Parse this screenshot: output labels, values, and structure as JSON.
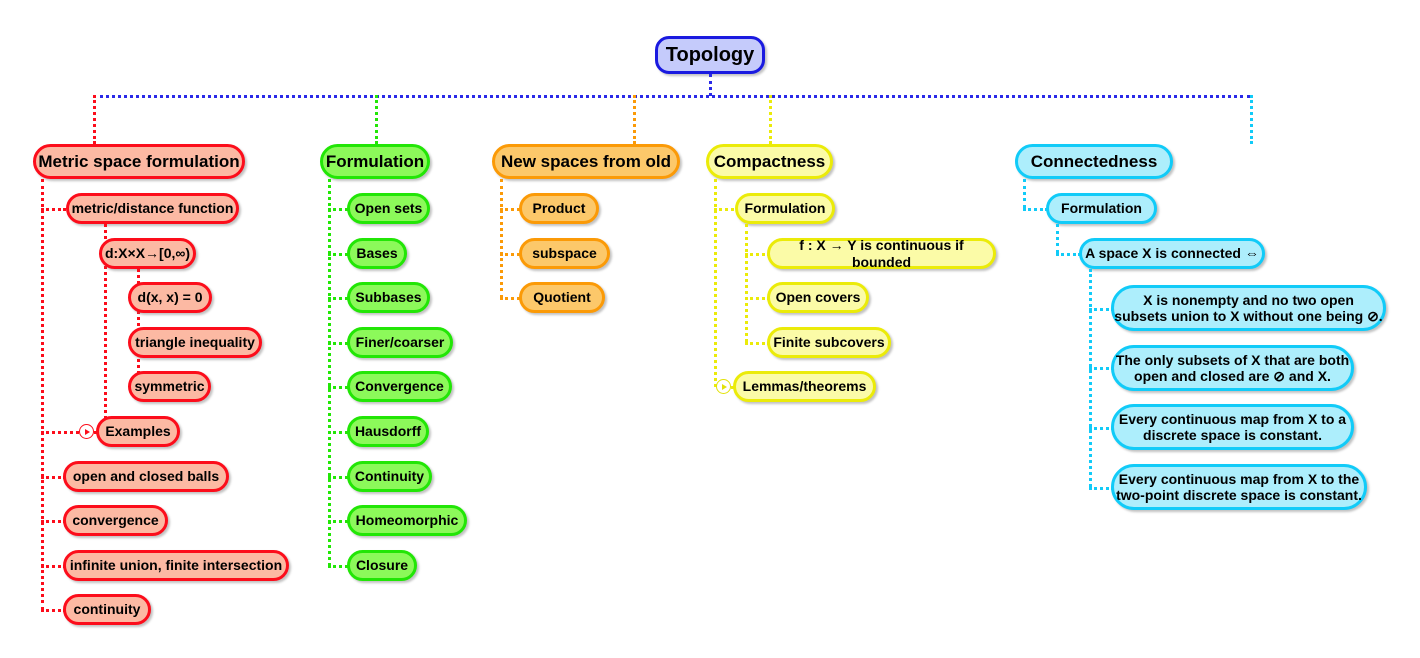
{
  "diagram": {
    "title": "Topology",
    "type": "mind-map",
    "palette": {
      "root": "#1a1ae0",
      "root_fill": "#c5cbfb",
      "metric": "#fc0d1b",
      "metric_fill": "#fcb9a3",
      "formulation": "#22e606",
      "formulation_fill": "#8cf95a",
      "new_spaces": "#fb9a07",
      "new_spaces_fill": "#fcc86a",
      "compactness": "#ebeb09",
      "compactness_fill": "#fbfba7",
      "connectedness": "#11cbf8",
      "connectedness_fill": "#adeefc"
    }
  },
  "root": {
    "label": "Topology"
  },
  "branches": {
    "metric": {
      "label": "Metric space formulation",
      "children": [
        {
          "label": "metric/distance function"
        },
        {
          "label": "d:X×X→[0,∞)"
        },
        {
          "label": "d(x, x) = 0"
        },
        {
          "label": "triangle inequality"
        },
        {
          "label": "symmetric"
        },
        {
          "label": "Examples",
          "expander": "expand-icon"
        },
        {
          "label": "open and closed balls"
        },
        {
          "label": "convergence"
        },
        {
          "label": "infinite union, finite intersection"
        },
        {
          "label": "continuity"
        }
      ]
    },
    "formulation": {
      "label": "Formulation",
      "children": [
        {
          "label": "Open sets"
        },
        {
          "label": "Bases"
        },
        {
          "label": "Subbases"
        },
        {
          "label": "Finer/coarser"
        },
        {
          "label": "Convergence"
        },
        {
          "label": "Hausdorff"
        },
        {
          "label": "Continuity"
        },
        {
          "label": "Homeomorphic"
        },
        {
          "label": "Closure"
        }
      ]
    },
    "new_spaces": {
      "label": "New spaces from old",
      "children": [
        {
          "label": "Product"
        },
        {
          "label": "subspace"
        },
        {
          "label": "Quotient"
        }
      ]
    },
    "compactness": {
      "label": "Compactness",
      "children": [
        {
          "label": "Formulation"
        },
        {
          "label": "f : X → Y is continuous if bounded"
        },
        {
          "label": "Open covers"
        },
        {
          "label": "Finite subcovers"
        },
        {
          "label": "Lemmas/theorems",
          "expander": "expand-icon"
        }
      ]
    },
    "connectedness": {
      "label": "Connectedness",
      "children": [
        {
          "label": "Formulation"
        },
        {
          "label": "A space X is connected ⇔"
        },
        {
          "label": "X is nonempty and no two open\nsubsets union to X without one being ⊘."
        },
        {
          "label": "The only subsets of X that are both\nopen and closed are ⊘ and X."
        },
        {
          "label": "Every continuous map from X to a\ndiscrete space is constant."
        },
        {
          "label": "Every continuous map from X to the\ntwo-point discrete space is constant."
        }
      ]
    }
  }
}
